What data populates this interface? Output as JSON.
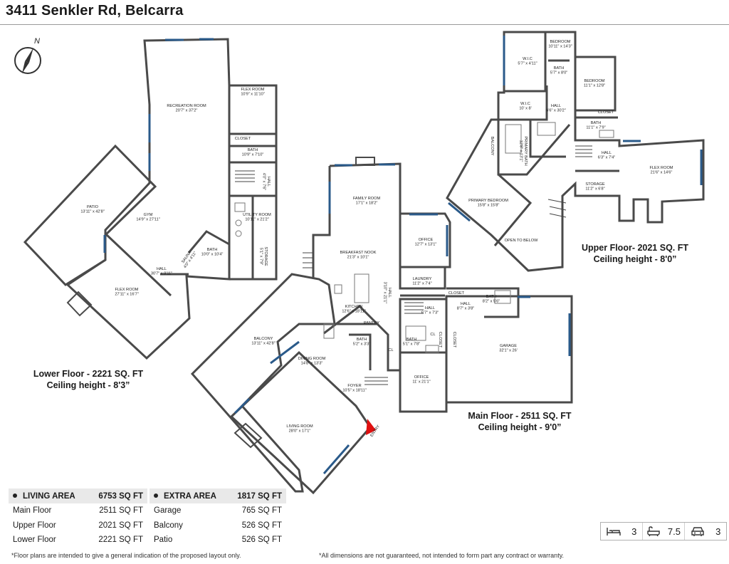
{
  "title": "3411 Senkler Rd, Belcarra",
  "compass_letter": "N",
  "floors": {
    "lower": {
      "caption_line1": "Lower Floor - 2221 SQ. FT",
      "caption_line2": "Ceiling height - 8'3”",
      "rooms": [
        {
          "name": "RECREATION ROOM",
          "dims": "20'7\" x 37'2\""
        },
        {
          "name": "FLEX ROOM",
          "dims": "10'9\" x 11'10\""
        },
        {
          "name": "CLOSET",
          "dims": ""
        },
        {
          "name": "BATH",
          "dims": "10'9\" x 7'10\""
        },
        {
          "name": "HALL",
          "dims": "4'0\" x 7'6\""
        },
        {
          "name": "PATIO",
          "dims": "13'11\" x 42'8\""
        },
        {
          "name": "GYM",
          "dims": "14'9\" x 27'11\""
        },
        {
          "name": "UTILITY ROOM",
          "dims": "10'11\" x 21'2\""
        },
        {
          "name": "STORAGE",
          "dims": "5'1\" x 7'9\""
        },
        {
          "name": "BATH",
          "dims": "10'0\" x 10'4\""
        },
        {
          "name": "SAUNA",
          "dims": "4'0\" x 4'11\""
        },
        {
          "name": "HALL",
          "dims": "30'7\" x 9'11\""
        },
        {
          "name": "FLEX ROOM",
          "dims": "27'11\" x 16'7\""
        }
      ]
    },
    "main": {
      "caption_line1": "Main Floor - 2511 SQ. FT",
      "caption_line2": "Ceiling height - 9'0”",
      "rooms": [
        {
          "name": "FAMILY ROOM",
          "dims": "17'1\" x 18'2\""
        },
        {
          "name": "OFFICE",
          "dims": "12'7\" x 13'1\""
        },
        {
          "name": "BREAKFAST NOOK",
          "dims": "21'3\" x 10'1\""
        },
        {
          "name": "LAUNDRY",
          "dims": "11'2\" x 7'4\""
        },
        {
          "name": "CLOSET",
          "dims": ""
        },
        {
          "name": "BATH",
          "dims": "8'2\" x 5'6\""
        },
        {
          "name": "HALL",
          "dims": "8'7\" x 3'8\""
        },
        {
          "name": "CLOSET",
          "dims": ""
        },
        {
          "name": "CL",
          "dims": ""
        },
        {
          "name": "HALL",
          "dims": "6'7\" x 7'3\""
        },
        {
          "name": "HALL",
          "dims": "3'10\" x 21'1\""
        },
        {
          "name": "KITCHEN",
          "dims": "12'6\" x 18'11\""
        },
        {
          "name": "PANTRY",
          "dims": ""
        },
        {
          "name": "BATH",
          "dims": "5'2\" x 3'3\""
        },
        {
          "name": "BATH",
          "dims": "5'1\" x 7'8\""
        },
        {
          "name": "CLOSET",
          "dims": ""
        },
        {
          "name": "GARAGE",
          "dims": "32'1\" x 26'"
        },
        {
          "name": "BALCONY",
          "dims": "13'11\" x 42'8\""
        },
        {
          "name": "DINING ROOM",
          "dims": "14'8\" x 13'3\""
        },
        {
          "name": "CL",
          "dims": ""
        },
        {
          "name": "OFFICE",
          "dims": "11' x 21'1\""
        },
        {
          "name": "FOYER",
          "dims": "10'5\" x 18'11\""
        },
        {
          "name": "LIVING ROOM",
          "dims": "28'0\" x 17'1\""
        }
      ],
      "entry_label": "ENTRY"
    },
    "upper": {
      "caption_line1": "Upper Floor-  2021 SQ. FT",
      "caption_line2": "Ceiling height - 8'0”",
      "rooms": [
        {
          "name": "W.I.C",
          "dims": "5'7\" x 4'11\""
        },
        {
          "name": "BEDROOM",
          "dims": "10'11\" x 14'3\""
        },
        {
          "name": "BATH",
          "dims": "5'7\" x 8'0\""
        },
        {
          "name": "BEDROOM",
          "dims": "11'1\" x 12'8\""
        },
        {
          "name": "W.I.C",
          "dims": "10' x 8'"
        },
        {
          "name": "HALL",
          "dims": "6'6\" x 30'2\""
        },
        {
          "name": "CLOSET",
          "dims": ""
        },
        {
          "name": "BATH",
          "dims": "11'1\" x 7'9\""
        },
        {
          "name": "BALCONY",
          "dims": ""
        },
        {
          "name": "PRIMARY BATH",
          "dims": "12'8\" x 13'1\""
        },
        {
          "name": "HALL",
          "dims": "6'3\" x 7'4\""
        },
        {
          "name": "FLEX ROOM",
          "dims": "21'6\" x 14'6\""
        },
        {
          "name": "STORAGE",
          "dims": "11'2\" x 6'8\""
        },
        {
          "name": "PRIMARY BEDROOM",
          "dims": "15'8\" x 15'8\""
        },
        {
          "name": "OPEN TO BELOW",
          "dims": ""
        }
      ]
    }
  },
  "living_area": {
    "header": "LIVING AREA",
    "total": "6753 SQ FT",
    "rows": [
      {
        "label": "Main Floor",
        "value": "2511 SQ FT"
      },
      {
        "label": "Upper Floor",
        "value": "2021 SQ FT"
      },
      {
        "label": "Lower Floor",
        "value": "2221 SQ FT"
      }
    ]
  },
  "extra_area": {
    "header": "EXTRA AREA",
    "total": "1817 SQ FT",
    "rows": [
      {
        "label": "Garage",
        "value": "765 SQ FT"
      },
      {
        "label": "Balcony",
        "value": "526 SQ FT"
      },
      {
        "label": "Patio",
        "value": "526 SQ FT"
      }
    ]
  },
  "stats": {
    "beds": "3",
    "baths": "7.5",
    "garage": "3",
    "icons": [
      "bed-icon",
      "bathtub-icon",
      "car-icon"
    ]
  },
  "footer": {
    "left": "*Floor plans are intended to give a general indication of the proposed layout only.",
    "right": "*All dimensions are not guaranteed, not intended to form part any contract or warranty."
  },
  "colors": {
    "wall": "#4a4a4a",
    "window": "#2a5a8a",
    "entry_marker": "#e01010"
  }
}
